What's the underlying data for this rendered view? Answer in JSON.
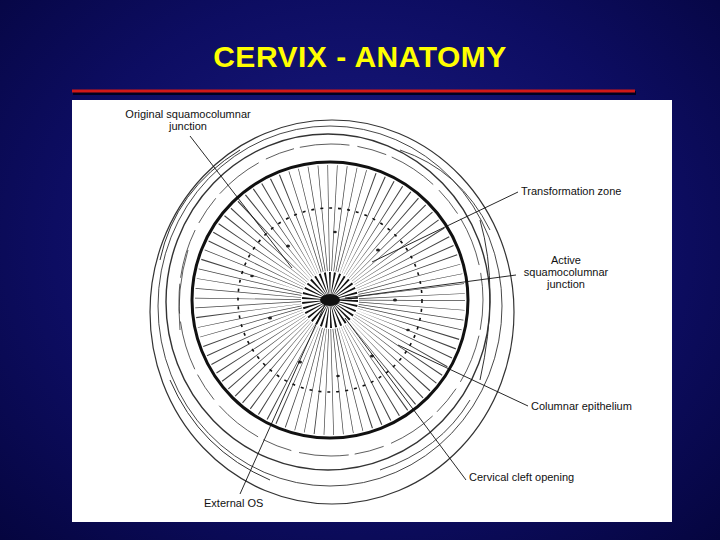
{
  "diagram": {
    "title": "CERVIX - ANATOMY",
    "labels": [
      "Original squamocolumnar junction",
      "Transformation zone",
      "Active squamocolumnar junction",
      "Columnar epithelium",
      "Cervical cleft opening",
      "External OS"
    ]
  }
}
